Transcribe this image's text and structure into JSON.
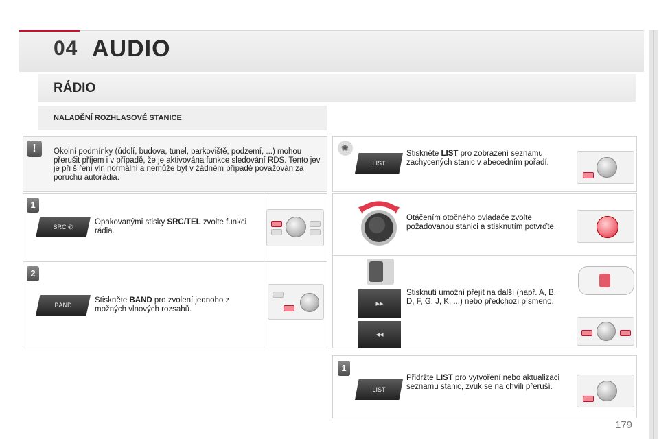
{
  "header": {
    "chapter_number": "04",
    "chapter_title": "AUDIO"
  },
  "section": {
    "title": "RÁDIO"
  },
  "subsection": {
    "title": "NALADĚNÍ ROZHLASOVÉ STANICE"
  },
  "warning": {
    "icon": "exclamation-icon",
    "text": "Okolní podmínky (údolí, budova, tunel, parkoviště, podzemí, ...) mohou přerušit příjem i v případě, že je aktivována funkce sledování RDS. Tento jev je při šíření vln normální a nemůže být v žádném případě považován za poruchu autorádia."
  },
  "steps_left": [
    {
      "number": "1",
      "button_label": "SRC",
      "text_before": "Opakovanými stisky ",
      "bold": "SRC/TEL",
      "text_after": " zvolte funkci rádia."
    },
    {
      "number": "2",
      "button_label": "BAND",
      "text_before": "Stiskněte ",
      "bold": "BAND",
      "text_after": " pro zvolení jednoho z možných vlnových rozsahů."
    }
  ],
  "tips_right": [
    {
      "icon": "bulb-icon",
      "button_label": "LIST",
      "text_before": "Stiskněte ",
      "bold": "LIST",
      "text_after": " pro zobrazení seznamu zachycených stanic v abecedním pořadí."
    },
    {
      "text": "Otáčením otočného ovladače zvolte požadovanou stanici a stisknutím potvrďte."
    },
    {
      "text": "Stisknutí umožní přejít na další (např. A, B, D, F, G, J, K, ...) nebo předchozí písmeno."
    },
    {
      "number": "1",
      "button_label": "LIST",
      "text_before": "Přidržte ",
      "bold": "LIST",
      "text_after": " pro vytvoření nebo aktualizaci seznamu stanic, zvuk se na chvíli přeruší."
    }
  ],
  "page_number": "179",
  "colors": {
    "accent": "#c8102e",
    "highlight": "#f06c7a"
  }
}
